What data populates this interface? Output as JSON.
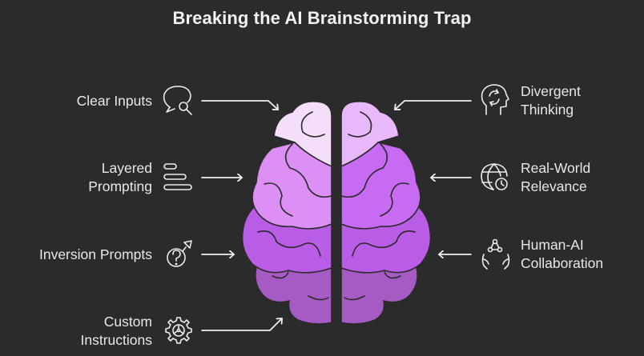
{
  "title": "Breaking the AI Brainstorming Trap",
  "colors": {
    "background": "#2b2b2b",
    "text": "#e8e8e8",
    "brain_segments": [
      "#f5defa",
      "#e8b9fa",
      "#dc90f5",
      "#c76bf2",
      "#b95ce6",
      "#a65bc4"
    ]
  },
  "left_items": [
    {
      "label_lines": [
        "Clear Inputs"
      ],
      "icon": "chat-search-icon"
    },
    {
      "label_lines": [
        "Layered",
        "Prompting"
      ],
      "icon": "layers-bars-icon"
    },
    {
      "label_lines": [
        "Inversion Prompts"
      ],
      "icon": "question-arrow-icon"
    },
    {
      "label_lines": [
        "Custom",
        "Instructions"
      ],
      "icon": "gear-steering-icon"
    }
  ],
  "right_items": [
    {
      "label_lines": [
        "Divergent",
        "Thinking"
      ],
      "icon": "head-cycle-icon"
    },
    {
      "label_lines": [
        "Real-World",
        "Relevance"
      ],
      "icon": "globe-clock-icon"
    },
    {
      "label_lines": [
        "Human-AI",
        "Collaboration"
      ],
      "icon": "hands-network-icon"
    }
  ]
}
